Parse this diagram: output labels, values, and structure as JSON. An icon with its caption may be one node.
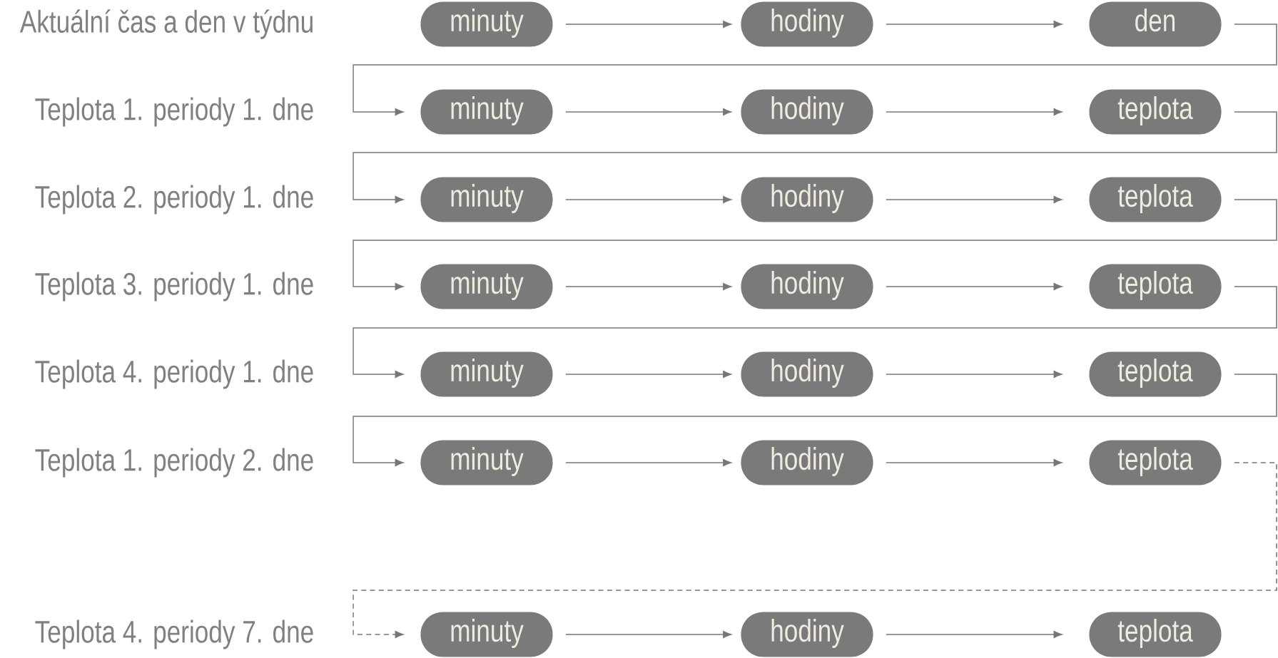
{
  "diagram": {
    "nodes": [
      {
        "text": [
          "minuty"
        ]
      },
      {
        "text": [
          "hodiny"
        ]
      },
      {
        "text": [
          "den"
        ]
      },
      {
        "text": [
          "minuty"
        ]
      },
      {
        "text": [
          "hodiny"
        ]
      },
      {
        "text": [
          "teplota"
        ]
      },
      {
        "text": [
          "minuty"
        ]
      },
      {
        "text": [
          "hodiny"
        ]
      },
      {
        "text": [
          "teplota"
        ]
      },
      {
        "text": [
          "minuty"
        ]
      },
      {
        "text": [
          "hodiny"
        ]
      },
      {
        "text": [
          "teplota"
        ]
      },
      {
        "text": [
          "minuty"
        ]
      },
      {
        "text": [
          "hodiny"
        ]
      },
      {
        "text": [
          "teplota"
        ]
      },
      {
        "text": [
          "minuty"
        ]
      },
      {
        "text": [
          "hodiny"
        ]
      },
      {
        "text": [
          "teplota"
        ]
      },
      {
        "text": [
          "minuty"
        ]
      },
      {
        "text": [
          "hodiny"
        ]
      },
      {
        "text": [
          "teplota"
        ]
      }
    ],
    "edges": [
      {
        "from": 0,
        "to": 1,
        "arrow": "to"
      },
      {
        "from": 1,
        "to": 2,
        "arrow": "to"
      },
      {
        "from": 2,
        "to": 3,
        "arrow": "to"
      },
      {
        "from": 3,
        "to": 4,
        "arrow": "to"
      },
      {
        "from": 4,
        "to": 5,
        "arrow": "to"
      },
      {
        "from": 5,
        "to": 6,
        "arrow": "to"
      },
      {
        "from": 6,
        "to": 7,
        "arrow": "to"
      },
      {
        "from": 7,
        "to": 8,
        "arrow": "to"
      },
      {
        "from": 8,
        "to": 9,
        "arrow": "to"
      },
      {
        "from": 9,
        "to": 10,
        "arrow": "to"
      },
      {
        "from": 10,
        "to": 11,
        "arrow": "to"
      },
      {
        "from": 11,
        "to": 12,
        "arrow": "to"
      },
      {
        "from": 12,
        "to": 13,
        "arrow": "to"
      },
      {
        "from": 13,
        "to": 14,
        "arrow": "to"
      },
      {
        "from": 14,
        "to": 15,
        "arrow": "to"
      },
      {
        "from": 15,
        "to": 16,
        "arrow": "to"
      },
      {
        "from": 16,
        "to": 17,
        "arrow": "to"
      },
      {
        "from": 17,
        "to": 18,
        "arrow": "to",
        "style": "dashed"
      },
      {
        "from": 18,
        "to": 19,
        "arrow": "to"
      },
      {
        "from": 19,
        "to": 20,
        "arrow": "to"
      }
    ],
    "labels": [
      "Aktuální čas a den v týdnu",
      "Teplota 1. periody 1. dne",
      "Teplota 2. periody 1. dne",
      "Teplota 3. periody 1. dne",
      "Teplota 4. periody 1. dne",
      "Teplota 1. periody 2. dne",
      "Teplota 4. periody 7. dne"
    ]
  }
}
